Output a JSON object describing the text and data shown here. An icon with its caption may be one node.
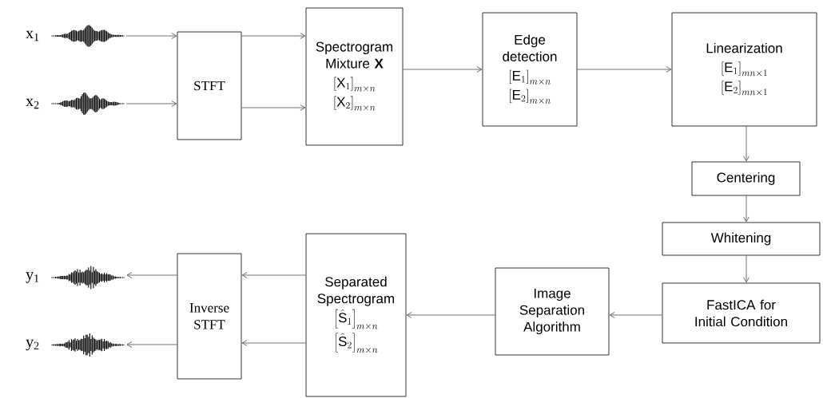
{
  "diagram": {
    "nodes": [
      {
        "text": [],
        "shape": "picture",
        "beside": [
          "x$_{1}$"
        ]
      },
      {
        "text": [],
        "shape": "picture",
        "beside": [
          "x$_{2}$"
        ]
      },
      {
        "text": [
          "STFT"
        ]
      },
      {
        "text": [
          "Spectrogram Mixture **X**",
          "\\left[\\mathrm{X}_{1}\\right]_{m\\times n}",
          "\\left[\\mathrm{X}_{2}\\right]_{m\\times n}"
        ]
      },
      {
        "text": [
          "Edge detection",
          "\\left[\\mathrm{E}_{1}\\right]_{m\\times n}",
          "\\left[\\mathrm{E}_{2}\\right]_{m\\times n}"
        ]
      },
      {
        "text": [
          "Linearization",
          "\\left[\\mathrm{E}_{1}\\right]_{mn\\times 1}",
          "\\left[\\mathrm{E}_{2}\\right]_{mn\\times 1}"
        ]
      },
      {
        "text": [
          "Centering"
        ]
      },
      {
        "text": [
          "Whitening"
        ]
      },
      {
        "text": [
          "FastICA for Initial Condition"
        ]
      },
      {
        "text": [
          "Image Separation Algorithm"
        ]
      },
      {
        "text": [
          "Separated Spectrogram",
          "\\left[\\hat{\\mathrm{S}}_{1}\\right]_{m\\times n}",
          "\\left[\\hat{\\mathrm{S}}_{2}\\right]_{m\\times n}"
        ]
      },
      {
        "text": [
          "Inverse STFT"
        ]
      },
      {
        "text": [],
        "shape": "picture",
        "beside": [
          "y$_{1}$"
        ]
      },
      {
        "text": [],
        "shape": "picture",
        "beside": [
          "y$_{2}$"
        ]
      }
    ],
    "edges": [
      {
        "from": 0,
        "to": 2,
        "arrow": "to"
      },
      {
        "from": 1,
        "to": 2,
        "arrow": "to"
      },
      {
        "from": 2,
        "to": 3,
        "arrow": "to"
      },
      {
        "from": 2,
        "to": 3,
        "arrow": "to"
      },
      {
        "from": 3,
        "to": 4,
        "arrow": "to"
      },
      {
        "from": 4,
        "to": 5,
        "arrow": "to"
      },
      {
        "from": 5,
        "to": 6,
        "arrow": "to"
      },
      {
        "from": 6,
        "to": 7,
        "arrow": "to"
      },
      {
        "from": 7,
        "to": 8,
        "arrow": "to"
      },
      {
        "from": 8,
        "to": 9,
        "arrow": "to"
      },
      {
        "from": 9,
        "to": 10,
        "arrow": "to"
      },
      {
        "from": 10,
        "to": 11,
        "arrow": "to"
      },
      {
        "from": 10,
        "to": 11,
        "arrow": "to"
      },
      {
        "from": 11,
        "to": 12,
        "arrow": "to"
      },
      {
        "from": 11,
        "to": 13,
        "arrow": "to"
      }
    ]
  }
}
